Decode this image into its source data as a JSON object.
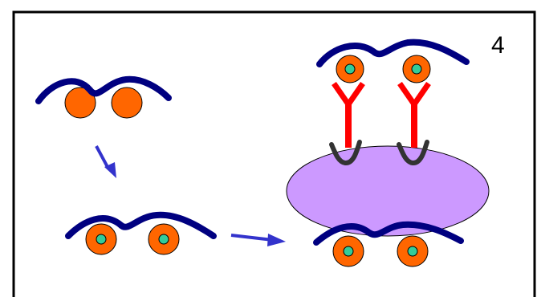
{
  "slide": {
    "number": "4"
  },
  "colors": {
    "frame": "#000000",
    "strand": "#000080",
    "bead": "#ff6600",
    "dot": "#33cc99",
    "receptor": "#ff0000",
    "hook": "#333333",
    "cell_fill": "#cc99ff",
    "cell_stroke": "#000000",
    "arrow": "#3333cc"
  },
  "icons": {
    "strand_bead_unit": "dna-strand-with-beads",
    "receptor": "y-shaped-receptor",
    "hook": "v-shaped-hook",
    "cell": "ellipse-cell",
    "arrow": "process-arrow"
  }
}
